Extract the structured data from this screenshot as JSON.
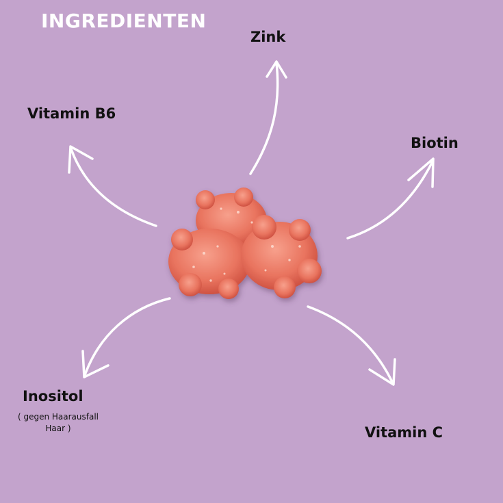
{
  "title": "INGREDIENTEN",
  "background_color": "#c3a3cc",
  "arrow_color": "#ffffff",
  "ingredients": {
    "zink": "Zink",
    "vitamin_b6": "Vitamin B6",
    "biotin": "Biotin",
    "inositol": "Inositol",
    "inositol_note_line1": "( gegen Haarausfall",
    "inositol_note_line2": "Haar )",
    "vitamin_c": "Vitamin C"
  },
  "product_image": "gummy-bears-image"
}
